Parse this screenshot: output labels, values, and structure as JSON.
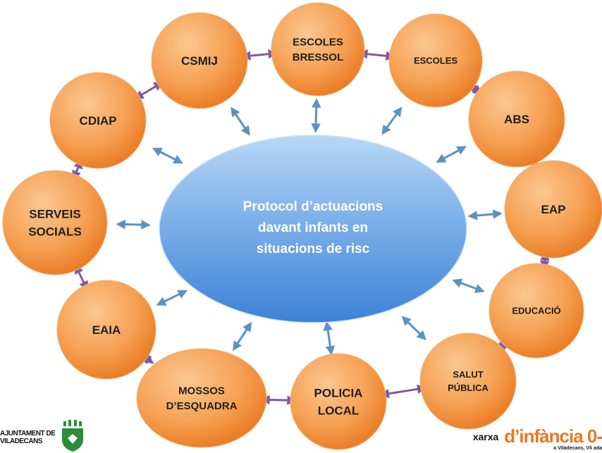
{
  "center": {
    "lines": [
      "Protocol d’actuacions",
      "davant infants en",
      "situacions de risc"
    ]
  },
  "nodes": [
    {
      "id": "csmij",
      "lines": [
        "CSMIJ"
      ]
    },
    {
      "id": "escoles-bressol",
      "lines": [
        "ESCOLES",
        "BRESSOL"
      ]
    },
    {
      "id": "escoles",
      "lines": [
        "ESCOLES"
      ]
    },
    {
      "id": "abs",
      "lines": [
        "ABS"
      ]
    },
    {
      "id": "eap",
      "lines": [
        "EAP"
      ]
    },
    {
      "id": "educacio",
      "lines": [
        "EDUCACIÓ"
      ]
    },
    {
      "id": "salut-publica",
      "lines": [
        "SALUT",
        "PÚBLICA"
      ]
    },
    {
      "id": "policia-local",
      "lines": [
        "POLICIA",
        "LOCAL"
      ]
    },
    {
      "id": "mossos",
      "lines": [
        "MOSSOS",
        "D’ESQUADRA"
      ]
    },
    {
      "id": "eaia",
      "lines": [
        "EAIA"
      ]
    },
    {
      "id": "serveis-socials",
      "lines": [
        "SERVEIS",
        "SOCIALS"
      ]
    },
    {
      "id": "cdiap",
      "lines": [
        "CDIAP"
      ]
    }
  ],
  "footer": {
    "left_logo_text": [
      "AJUNTAMENT DE",
      "VILADECANS"
    ],
    "right_logo_prefix": "xarxa",
    "right_logo_brand": "d’infància 0-",
    "right_logo_tagline": "a Viladecans, VIi ada"
  },
  "colors": {
    "node_fill": "#f6a155",
    "node_fill_dark": "#e97d25",
    "center_fill_light": "#a9cff3",
    "center_fill_dark": "#3d82d6",
    "center_arrow": "#5b91c4",
    "ring_arrow": "#7d5aa6"
  }
}
